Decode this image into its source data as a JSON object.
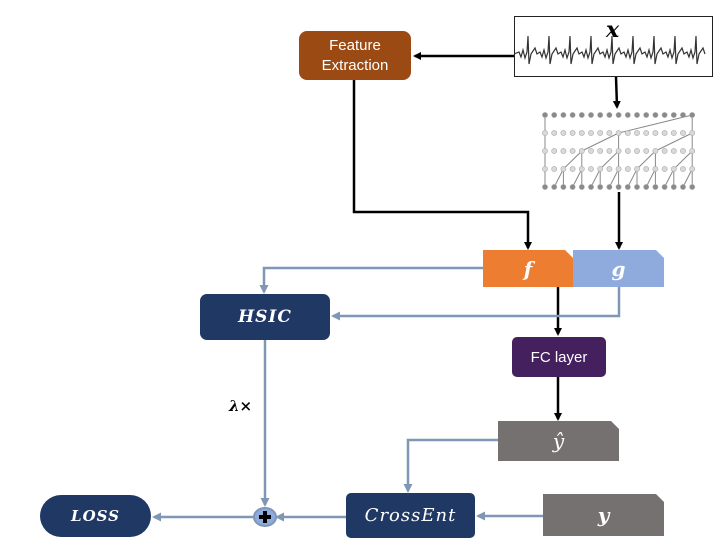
{
  "diagram": {
    "input": {
      "label": "x",
      "description": "ECG signal"
    },
    "feature_extraction": {
      "line1": "Feature",
      "line2": "Extraction"
    },
    "tree_network": {
      "description": "dilated convolution tree",
      "layers": 5,
      "nodes_per_layer": 17
    },
    "f_block": {
      "label": "f"
    },
    "g_block": {
      "label": "g"
    },
    "hsic": {
      "label": "HSIC"
    },
    "fc_layer": {
      "label": "FC layer"
    },
    "y_hat": {
      "label": "ŷ"
    },
    "y": {
      "label": "y"
    },
    "cross_ent": {
      "label": "CrossEnt"
    },
    "loss": {
      "label": "LOSS"
    },
    "lambda": {
      "label": "λ×"
    },
    "sum_node": {
      "symbol": "+"
    }
  },
  "colors": {
    "feature_extraction": "#9a4a12",
    "f": "#ed7d31",
    "g": "#8faadc",
    "navy": "#203864",
    "fc": "#44205f",
    "gray": "#767171",
    "arrow_light": "#7f97b5",
    "arrow_dark": "#000000"
  }
}
